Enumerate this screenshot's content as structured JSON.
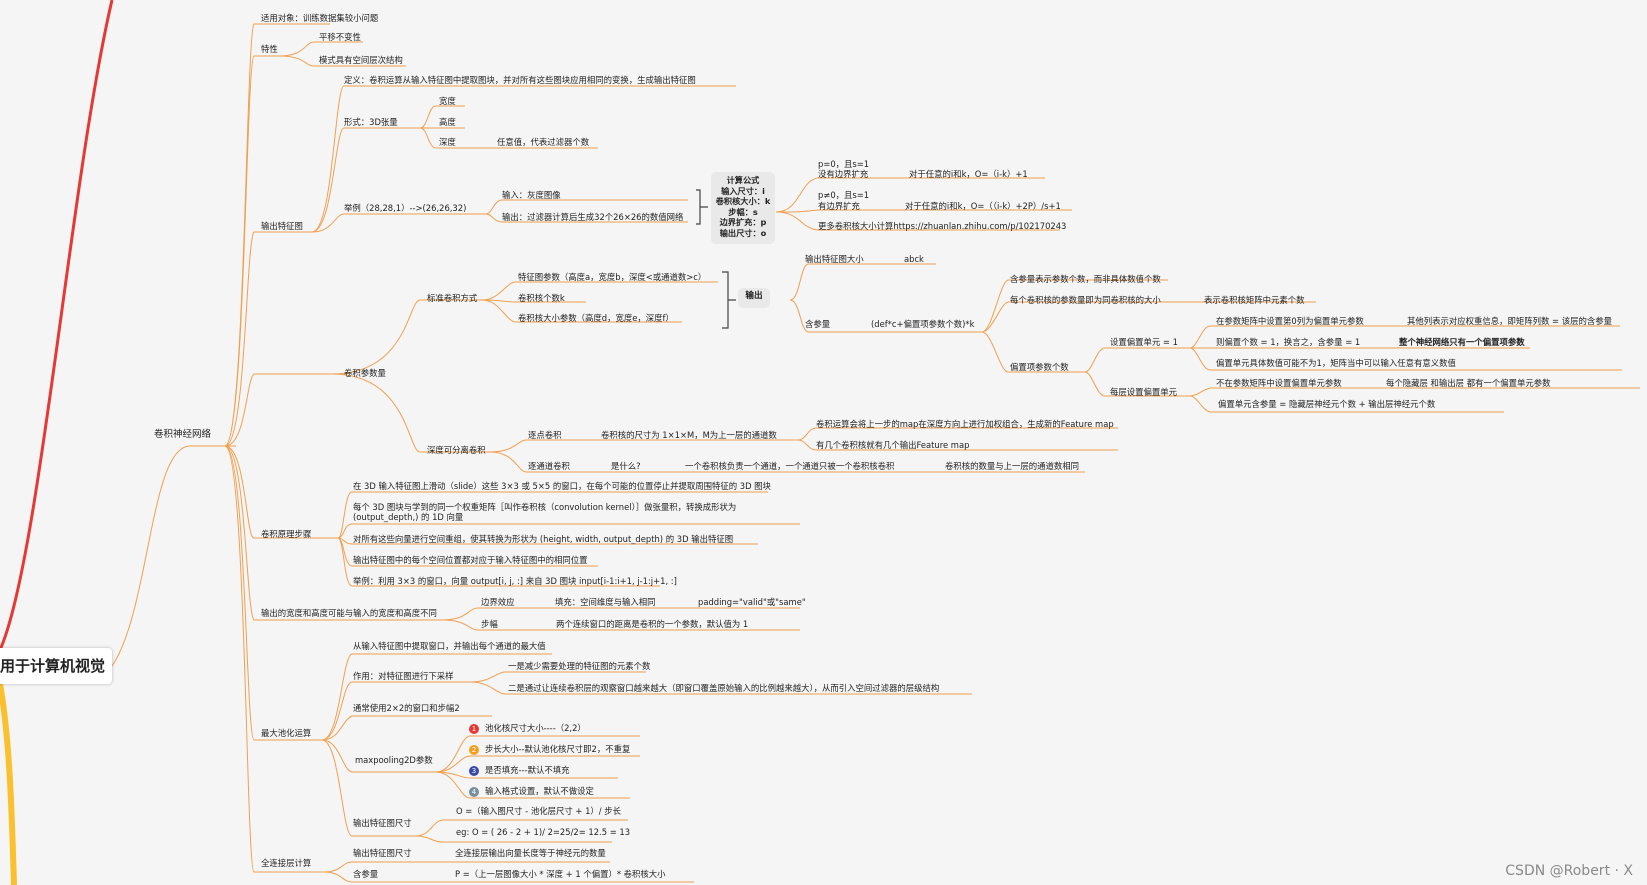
{
  "root": {
    "label": "用于计算机视觉"
  },
  "main": {
    "label": "卷积神经网络"
  },
  "applicable": "适用对象：训练数据集较小问题",
  "features": {
    "label": "特性",
    "items": [
      "平移不变性",
      "模式具有空间层次结构"
    ]
  },
  "output_feature_map": {
    "label": "输出特征图",
    "definition": "定义：卷积运算从输入特征图中提取图块，并对所有这些图块应用相同的变换，生成输出特征图",
    "form": {
      "label": "形式：3D张量",
      "items": [
        "宽度",
        "高度",
        "深度"
      ],
      "depth_note": "任意值，代表过滤器个数"
    },
    "example": {
      "label": "举例（28,28,1）-->(26,26,32)",
      "input": "输入：灰度图像",
      "output": "输出：过滤器计算后生成32个26×26的数值网络"
    },
    "formula_box": {
      "title": "计算公式",
      "lines": [
        "输入尺寸：i",
        "卷积核大小：k",
        "步幅：s",
        "边界扩充：p",
        "输出尺寸：o"
      ]
    },
    "formulas": [
      {
        "cond1": "p=0，且s=1",
        "cond2": "没有边界扩充",
        "formula": "对于任意的i和k，O=（i-k）+1"
      },
      {
        "cond1": "p≠0，且s=1",
        "cond2": "有边界扩充",
        "formula": "对于任意的i和k，O=（（i-k）+2P）/s+1"
      }
    ],
    "more": "更多卷积核大小计算https://zhuanlan.zhihu.com/p/102170243"
  },
  "conv_params": {
    "label": "卷积参数量",
    "standard": {
      "label": "标准卷积方式",
      "items": [
        "特征图参数（高度a，宽度b，深度<或通道数>c）",
        "卷积核个数k",
        "卷积核大小参数（高度d，宽度e，深度f）"
      ],
      "output_box": "输出",
      "output_size": {
        "label": "输出特征图大小",
        "value": "abck"
      },
      "param_count": {
        "label": "含参量",
        "formula": "(def*c+偏置项参数个数)*k",
        "notes": [
          "含参量表示参数个数，而非具体数值个数",
          "每个卷积核的参数量即为同卷积核的大小",
          "表示卷积核矩阵中元素个数"
        ],
        "bias": {
          "label": "偏置项参数个数",
          "set_one": {
            "label": "设置偏置单元 = 1",
            "items": [
              "在参数矩阵中设置第0列为偏置单元参数",
              "则偏置个数 = 1，换言之，含参量 = 1",
              "偏置单元具体数值可能不为1，矩阵当中可以输入任意有意义数值"
            ],
            "note1": "其他列表示对应权重信息，即矩阵列数 = 该层的含参量",
            "note2": "整个神经网络只有一个偏置项参数"
          },
          "per_layer": {
            "label": "每层设置偏置单元",
            "items": [
              "不在参数矩阵中设置偏置单元参数",
              "偏置单元含参量 = 隐藏层神经元个数 + 输出层神经元个数"
            ],
            "note": "每个隐藏层 和输出层 都有一个偏置单元参数"
          }
        }
      }
    },
    "separable": {
      "label": "深度可分离卷积",
      "pointwise": {
        "label": "逐点卷积",
        "desc": "卷积核的尺寸为 1×1×M，M为上一层的通道数",
        "notes": [
          "卷积运算会将上一步的map在深度方向上进行加权组合，生成新的Feature map",
          "有几个卷积核就有几个输出Feature map"
        ]
      },
      "depthwise": {
        "label": "逐通道卷积",
        "q": "是什么?",
        "desc": "一个卷积核负责一个通道，一个通道只被一个卷积核卷积",
        "note": "卷积核的数量与上一层的通道数相同"
      }
    }
  },
  "principle": {
    "label": "卷积原理步骤",
    "steps": [
      "在 3D 输入特征图上滑动（slide）这些 3×3 或 5×5 的窗口，在每个可能的位置停止并提取周围特征的 3D 图块",
      "每个 3D 图块与学到的同一个权重矩阵［叫作卷积核（convolution kernel）］做张量积，转换成形状为 (output_depth,) 的 1D 向量",
      "对所有这些向量进行空间重组，使其转换为形状为 (height, width, output_depth) 的 3D 输出特征图",
      "输出特征图中的每个空间位置都对应于输入特征图中的相同位置",
      "举例：利用 3×3 的窗口，向量 output[i, j, :] 来自 3D 图块 input[i-1:i+1, j-1:j+1, :]"
    ]
  },
  "output_size_diff": {
    "label": "输出的宽度和高度可能与输入的宽度和高度不同",
    "border": {
      "label": "边界效应",
      "fill": "填充：空间维度与输入相同",
      "padding": "padding=\"valid\"或\"same\""
    },
    "stride": {
      "label": "步幅",
      "desc": "两个连续窗口的距离是卷积的一个参数，默认值为 1"
    }
  },
  "max_pool": {
    "label": "最大池化运算",
    "extract": "从输入特征图中提取窗口，并输出每个通道的最大值",
    "purpose": {
      "label": "作用：对特征图进行下采样",
      "items": [
        "一是减少需要处理的特征图的元素个数",
        "二是通过让连续卷积层的观察窗口越来越大（即窗口覆盖原始输入的比例越来越大），从而引入空间过滤器的层级结构"
      ]
    },
    "usual": "通常使用2×2的窗口和步幅2",
    "params": {
      "label": "maxpooling2D参数",
      "items": [
        {
          "n": "1",
          "color": "#e53935",
          "text": "池化核尺寸大小----（2,2）"
        },
        {
          "n": "2",
          "color": "#f4a020",
          "text": "步长大小--默认池化核尺寸即2，不重复"
        },
        {
          "n": "3",
          "color": "#3949ab",
          "text": "是否填充---默认不填充"
        },
        {
          "n": "4",
          "color": "#78909c",
          "text": "输入格式设置，默认不做设定"
        }
      ]
    },
    "out_size": {
      "label": "输出特征图尺寸",
      "formula": "O =（输入图尺寸 - 池化层尺寸 + 1）/ 步长",
      "example": "eg: O = ( 26 - 2 + 1)/ 2=25/2= 12.5 = 13"
    }
  },
  "fc": {
    "label": "全连接层计算",
    "out_size": {
      "label": "输出特征图尺寸",
      "value": "全连接层输出向量长度等于神经元的数量"
    },
    "params": {
      "label": "含参量",
      "value": "P =（上一层图像大小 * 深度 + 1 个偏置）* 卷积核大小"
    }
  },
  "watermark": "CSDN @Robert · X",
  "colors": {
    "branch": "#f0a050",
    "root_left": "#e53935",
    "root_bottom": "#fbc02d"
  }
}
